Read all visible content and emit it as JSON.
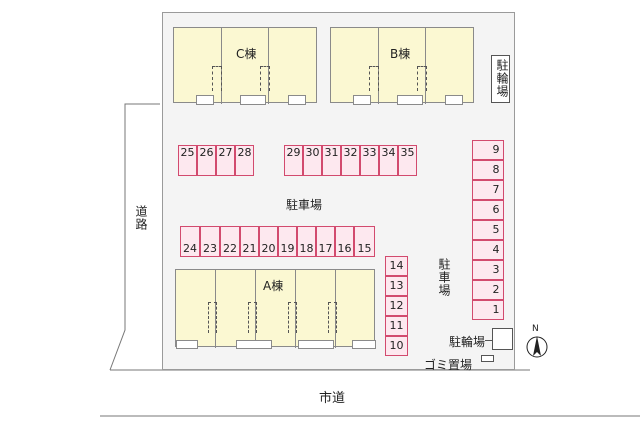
{
  "map": {
    "buildings": {
      "a": "A棟",
      "b": "B棟",
      "c": "C棟"
    },
    "labels": {
      "parking_center": "駐車場",
      "parking_right": "駐車場",
      "bicycle_top": "駐輪場",
      "bicycle_bottom": "駐輪場",
      "garbage": "ゴミ置場",
      "road_left": "道路",
      "city_road": "市道",
      "north": "N"
    },
    "parking": {
      "row_top_left": [
        "25",
        "26",
        "27",
        "28"
      ],
      "row_top_right": [
        "29",
        "30",
        "31",
        "32",
        "33",
        "34",
        "35"
      ],
      "row_middle": [
        "24",
        "23",
        "22",
        "21",
        "20",
        "19",
        "18",
        "17",
        "16",
        "15"
      ],
      "column_middle": [
        "14",
        "13",
        "12",
        "11",
        "10"
      ],
      "column_right": [
        "9",
        "8",
        "7",
        "6",
        "5",
        "4",
        "3",
        "2",
        "1"
      ]
    },
    "colors": {
      "building_fill": "#fbf8d2",
      "space_fill": "#fde8ef",
      "space_border": "#d24a6e",
      "site_fill": "#f4f4f4"
    }
  }
}
